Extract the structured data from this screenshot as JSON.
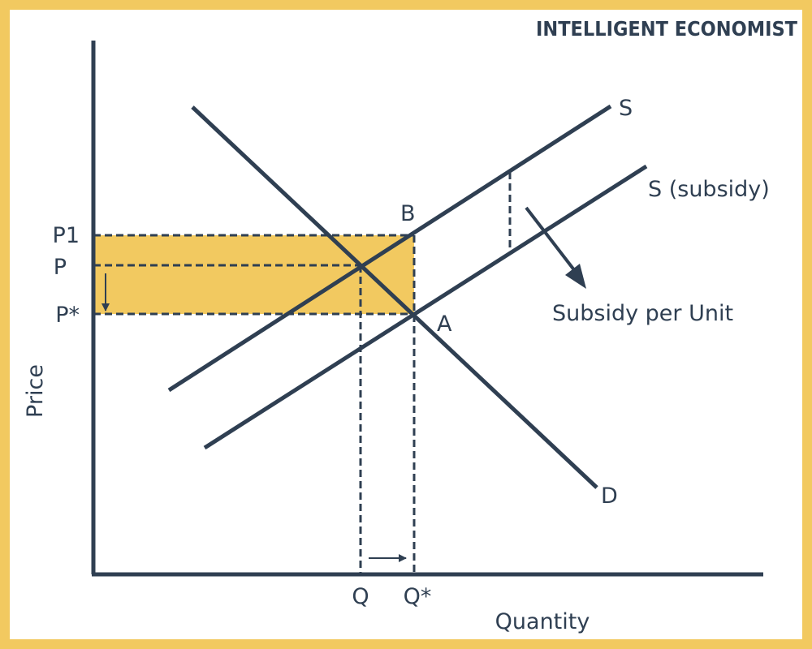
{
  "brand": "INTELLIGENT ECONOMIST",
  "colors": {
    "frame": "#f2c960",
    "ink": "#2f3f52",
    "highlight": "#f2c960",
    "background": "#ffffff"
  },
  "axes": {
    "y_label": "Price",
    "x_label": "Quantity"
  },
  "price_labels": {
    "p1": "P1",
    "p": "P",
    "p_star": "P*"
  },
  "quantity_labels": {
    "q": "Q",
    "q_star": "Q*"
  },
  "curves": {
    "supply": "S",
    "supply_subsidy": "S (subsidy)",
    "demand": "D"
  },
  "points": {
    "b": "B",
    "a": "A"
  },
  "annotations": {
    "subsidy_per_unit": "Subsidy per Unit"
  }
}
